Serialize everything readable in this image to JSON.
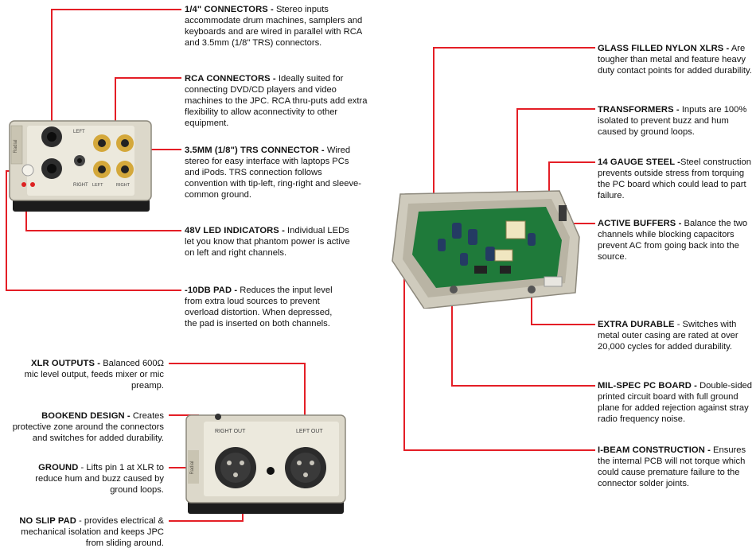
{
  "callouts": {
    "c1": {
      "title": "1/4\" CONNECTORS -",
      "text": " Stereo inputs accommodate drum machines, samplers and keyboards and are wired in parallel with RCA and 3.5mm (1/8\" TRS) connectors."
    },
    "c2": {
      "title": "RCA CONNECTORS -",
      "text": " Ideally suited for connecting DVD/CD players and video machines to the JPC. RCA thru-puts add extra flexibility to allow aconnectivity to other equipment."
    },
    "c3": {
      "title": "3.5MM (1/8\") TRS CONNECTOR -",
      "text": " Wired stereo for easy interface with laptops PCs and iPods. TRS connection follows convention with tip-left, ring-right and sleeve-common ground."
    },
    "c4": {
      "title": "48V LED INDICATORS -",
      "text": " Individual LEDs let you know that phantom power is active on left and right channels."
    },
    "c5": {
      "title": "-10DB PAD -",
      "text": " Reduces the input level from extra loud sources to prevent overload distortion. When depressed, the pad is inserted on both channels."
    },
    "c6": {
      "title": "XLR OUTPUTS -",
      "text": " Balanced 600Ω mic level output, feeds mixer or mic preamp."
    },
    "c7": {
      "title": "BOOKEND DESIGN -",
      "text": " Creates protective zone around the connectors and switches for added durability."
    },
    "c8": {
      "title": "GROUND",
      "text": " - Lifts pin 1 at XLR to reduce hum and buzz caused by ground loops."
    },
    "c9": {
      "title": "NO SLIP PAD",
      "text": " - provides electrical & mechanical isolation and keeps JPC from sliding around."
    },
    "c10": {
      "title": "GLASS FILLED NYLON XLRS -",
      "text": " Are tougher than metal and feature heavy duty contact points for added durability."
    },
    "c11": {
      "title": "TRANSFORMERS -",
      "text": " Inputs are 100% isolated to prevent buzz and hum caused by ground loops."
    },
    "c12": {
      "title": "14 GAUGE STEEL -",
      "text": "Steel construction prevents outside stress from torquing the PC board which could lead to part failure."
    },
    "c13": {
      "title": "ACTIVE BUFFERS -",
      "text": " Balance the two channels while blocking capacitors prevent AC from going back into the source."
    },
    "c14": {
      "title": "EXTRA DURABLE",
      "text": " - Switches with metal outer casing are rated at over 20,000 cycles for added durability."
    },
    "c15": {
      "title": "MIL-SPEC PC BOARD -",
      "text": " Double-sided printed circuit board with full ground plane for added rejection against stray radio frequency noise."
    },
    "c16": {
      "title": "I-BEAM CONSTRUCTION -",
      "text": " Ensures the internal PCB will not torque which could cause premature failure to the connector solder joints."
    }
  },
  "device_labels": {
    "left": "LEFT",
    "right": "RIGHT",
    "right_out": "RIGHT OUT",
    "left_out": "LEFT OUT"
  },
  "colors": {
    "callout_line": "#e41e26",
    "chassis": "#e6e2d4",
    "pcb": "#1f7a3a"
  }
}
